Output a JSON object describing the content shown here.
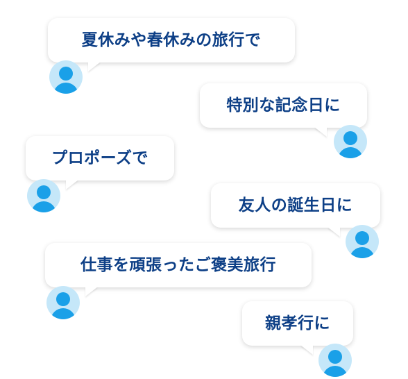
{
  "messages": [
    {
      "text": "夏休みや春休みの旅行で"
    },
    {
      "text": "特別な記念日に"
    },
    {
      "text": "プロポーズで"
    },
    {
      "text": "友人の誕生日に"
    },
    {
      "text": "仕事を頑張ったご褒美旅行"
    },
    {
      "text": "親孝行に"
    }
  ],
  "colors": {
    "text": "#0d3f86",
    "avatar_bg": "#c5e7f9",
    "avatar_figure": "#1aa0e8",
    "bubble_bg": "#ffffff"
  },
  "icons": {
    "avatar": "user-avatar-icon"
  }
}
